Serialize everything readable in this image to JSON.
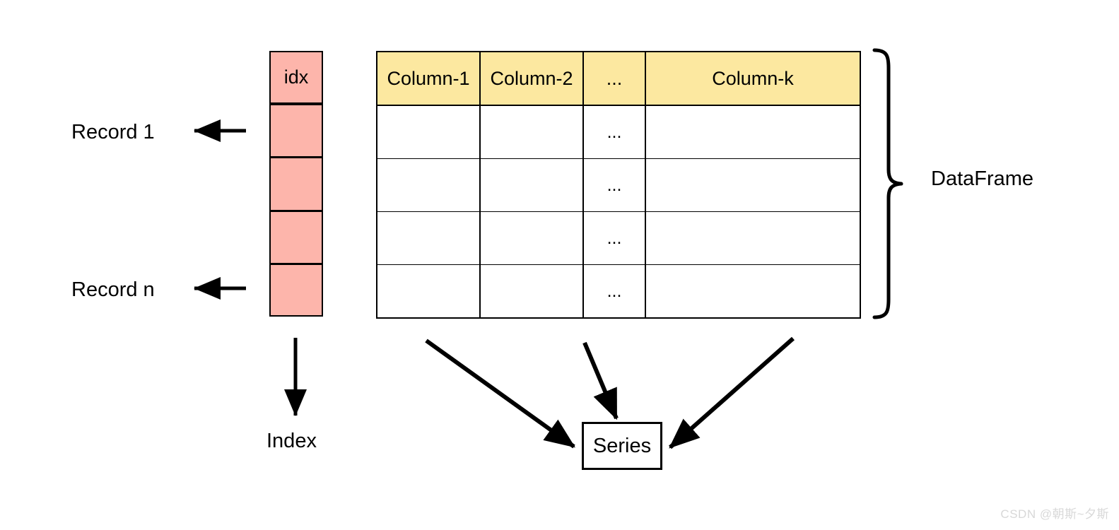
{
  "diagram": {
    "title_concepts": [
      "Index",
      "DataFrame",
      "Series"
    ],
    "index_column": {
      "header": "idx",
      "cells": [
        "",
        "",
        "",
        ""
      ],
      "fill_color": "#fdb5ab",
      "border_color": "#000000"
    },
    "table": {
      "headers": [
        "Column-1",
        "Column-2",
        "...",
        "Column-k"
      ],
      "header_fill": "#fce8a0",
      "rows": [
        [
          "",
          "",
          "...",
          ""
        ],
        [
          "",
          "",
          "...",
          ""
        ],
        [
          "",
          "",
          "...",
          ""
        ],
        [
          "",
          "",
          "...",
          ""
        ]
      ]
    },
    "labels": {
      "record_first": "Record 1",
      "record_last": "Record n",
      "index": "Index",
      "dataframe": "DataFrame",
      "series": "Series"
    },
    "arrows": [
      {
        "name": "record-1-arrow",
        "direction": "left",
        "target": "Record 1"
      },
      {
        "name": "record-n-arrow",
        "direction": "left",
        "target": "Record n"
      },
      {
        "name": "index-arrow",
        "direction": "down",
        "target": "Index"
      },
      {
        "name": "series-arrow-left",
        "direction": "down-right",
        "target": "Series"
      },
      {
        "name": "series-arrow-middle",
        "direction": "down-right",
        "target": "Series"
      },
      {
        "name": "series-arrow-right",
        "direction": "down-left",
        "target": "Series"
      }
    ],
    "brace": {
      "name": "dataframe-brace",
      "orientation": "right",
      "label": "DataFrame"
    },
    "watermark": "CSDN @朝斯~夕斯"
  }
}
